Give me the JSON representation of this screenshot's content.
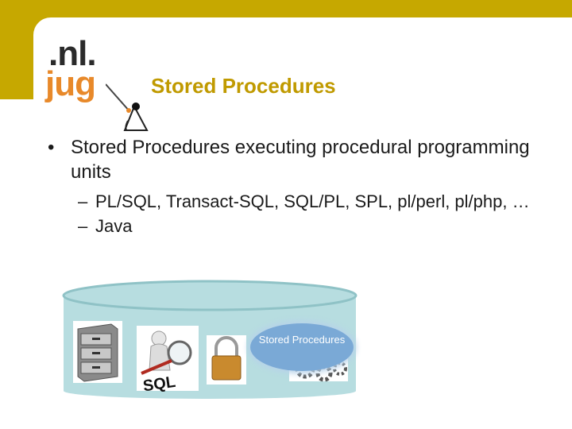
{
  "slide": {
    "title": "Stored Procedures",
    "logo": {
      "line1": ".nl.",
      "line2": "jug"
    }
  },
  "bullets": [
    {
      "text": "Stored Procedures executing procedural programming units",
      "sub": [
        {
          "text": "PL/SQL, Transact-SQL, SQL/PL, SPL, pl/perl, pl/php, …"
        },
        {
          "text": "Java"
        }
      ]
    }
  ],
  "diagram": {
    "stored_label": "Stored Procedures",
    "sql_label": "SQL"
  },
  "colors": {
    "band": "#c6a800",
    "title": "#c09a00",
    "logo_orange": "#e8892a",
    "database": "#b7dde0"
  },
  "icons": [
    "file-cabinet-icon",
    "magnifier-search-icon",
    "padlock-icon",
    "gears-icon",
    "duke-mascot-icon"
  ]
}
